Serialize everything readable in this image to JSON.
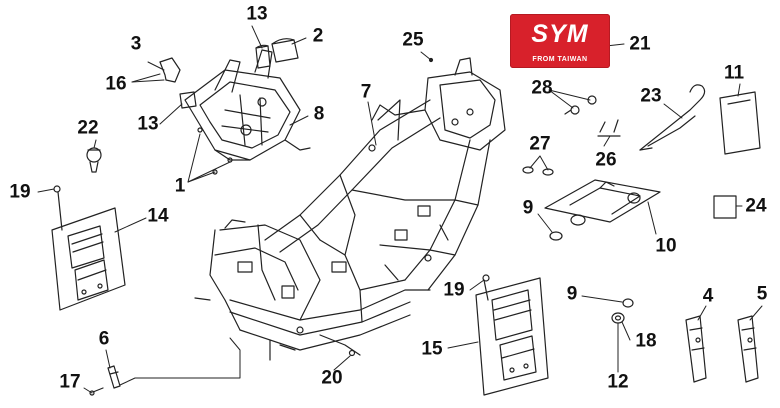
{
  "badge": {
    "logo": "SYM",
    "tagline": "FROM TAIWAN"
  },
  "callouts": {
    "c1": "1",
    "c2": "2",
    "c3": "3",
    "c4": "4",
    "c5": "5",
    "c6": "6",
    "c7": "7",
    "c8": "8",
    "c9a": "9",
    "c9b": "9",
    "c10": "10",
    "c11": "11",
    "c12": "12",
    "c13a": "13",
    "c13b": "13",
    "c14": "14",
    "c15": "15",
    "c16": "16",
    "c17": "17",
    "c18": "18",
    "c19a": "19",
    "c19b": "19",
    "c20": "20",
    "c21": "21",
    "c22": "22",
    "c23": "23",
    "c24": "24",
    "c25": "25",
    "c26": "26",
    "c27": "27",
    "c28": "28"
  },
  "colors": {
    "line": "#222222",
    "badge": "#d8212b"
  }
}
